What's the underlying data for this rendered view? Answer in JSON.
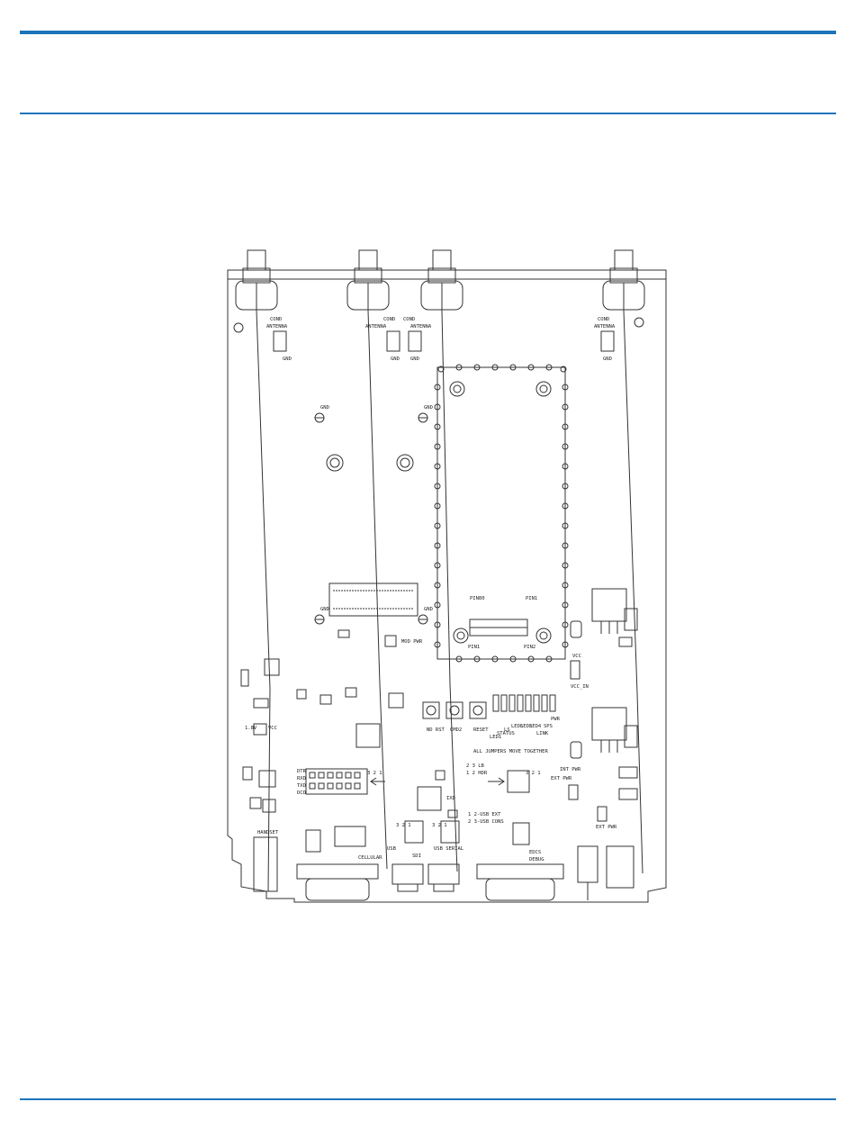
{
  "colors": {
    "accent_rule": "#1e74bb",
    "line": "#333333",
    "background": "#ffffff"
  },
  "labels": {
    "gnd": "GND",
    "antenna": "ANTENNA",
    "cond": "COND",
    "pin80": "PIN80",
    "pin1_top": "PIN1",
    "pin1": "PIN1",
    "pin2": "PIN2",
    "mod_pwr": "MOD PWR",
    "vcc": "VCC",
    "vcc_in": "VCC_IN",
    "v18": "1.8V",
    "vcc_left": "VCC",
    "pwr": "PWR",
    "sps": "SPS",
    "link": "LINK",
    "led4": "LED4",
    "led3": "LED3",
    "led5": "LED5",
    "ls": "LS",
    "status": "STATUS",
    "led1": "LED1",
    "reset": "RESET",
    "cmd2": "CMD2",
    "nd_rst": "ND RST",
    "jumpers_1": "ALL JUMPERS MOVE TOGETHER",
    "jumpers_2": "2 3 LB",
    "jumpers_3": "1 2 HDR",
    "hdr_1": "1 2-USB EXT",
    "hdr_2": "2 3-USB CONS",
    "int_pwr": "INT PWR",
    "ext_pwr": "EXT PWR",
    "ext_pwr2": "EXT PWR",
    "pos_321": "3 2 1",
    "pos_321b": "3 2 1",
    "pos_321c": "3 2 1",
    "pos_321d": "3 2 1",
    "dtr": "DTR",
    "rxd": "RXD",
    "txd": "TXD",
    "dcd": "DCD",
    "cellular": "CELLULAR",
    "handset": "HANDSET",
    "usb": "USB",
    "sdi": "SDI",
    "usb_serial": "USB SERIAL",
    "ixd": "IXD",
    "edcs_debug_1": "EDCS",
    "edcs_debug_2": "DEBUG"
  }
}
